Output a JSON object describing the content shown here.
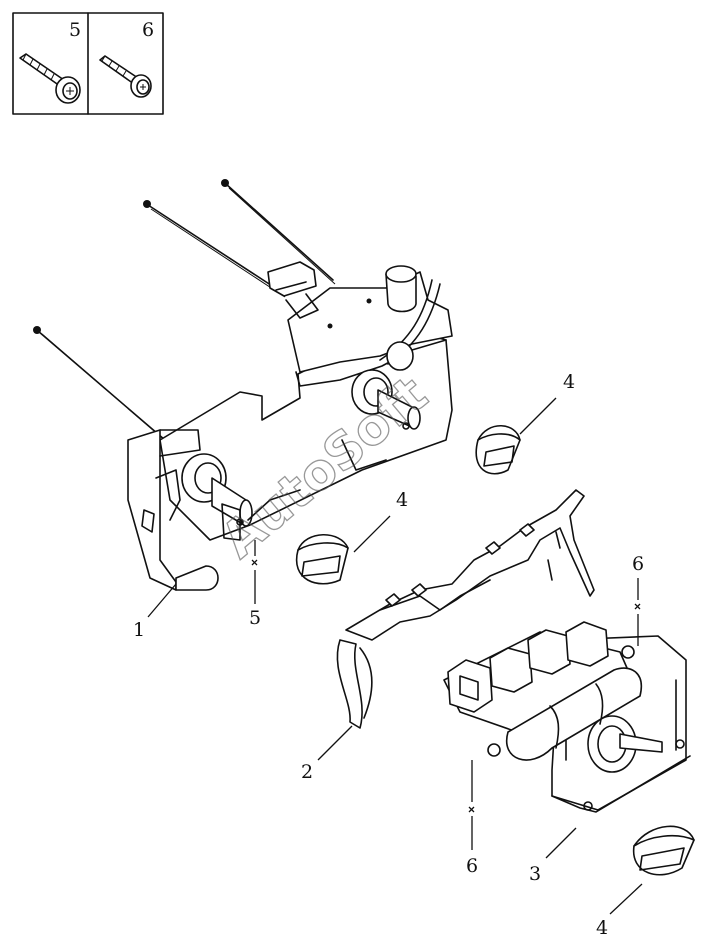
{
  "legend": {
    "items": [
      {
        "id": "5",
        "label": "5",
        "part": "screw"
      },
      {
        "id": "6",
        "label": "6",
        "part": "screw"
      }
    ]
  },
  "callouts": [
    {
      "id": "c1",
      "label": "1",
      "part": "control-housing"
    },
    {
      "id": "c2",
      "label": "2",
      "part": "lever-bracket"
    },
    {
      "id": "c3",
      "label": "3",
      "part": "switch-module"
    },
    {
      "id": "c4a",
      "label": "4",
      "part": "knob"
    },
    {
      "id": "c4b",
      "label": "4",
      "part": "knob"
    },
    {
      "id": "c4c",
      "label": "4",
      "part": "knob"
    },
    {
      "id": "c5",
      "label": "5",
      "part": "screw"
    },
    {
      "id": "c6a",
      "label": "6",
      "part": "screw"
    },
    {
      "id": "c6b",
      "label": "6",
      "part": "screw"
    }
  ],
  "watermark": "AutoSoft"
}
